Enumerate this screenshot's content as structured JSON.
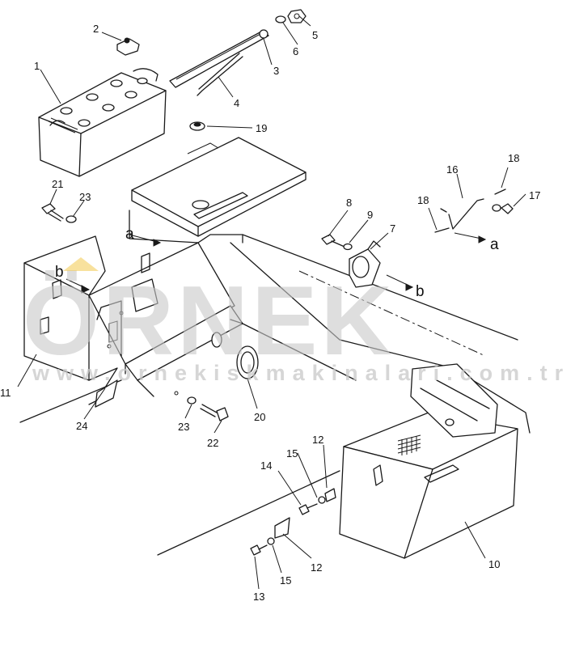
{
  "callouts": {
    "p1": "1",
    "p2": "2",
    "p3": "3",
    "p4": "4",
    "p5": "5",
    "p6": "6",
    "p7": "7",
    "p8": "8",
    "p9": "9",
    "p10": "10",
    "p11": "11",
    "p12a": "12",
    "p12b": "12",
    "p13": "13",
    "p14": "14",
    "p15a": "15",
    "p15b": "15",
    "p16": "16",
    "p17": "17",
    "p18a": "18",
    "p18b": "18",
    "p19": "19",
    "p20": "20",
    "p21": "21",
    "p22": "22",
    "p23a": "23",
    "p23b": "23",
    "p24": "24"
  },
  "refs": {
    "a_left": "a",
    "a_right": "a",
    "b_left": "b",
    "b_right": "b"
  },
  "watermark": {
    "main": "ÖRNEK",
    "sub": "www.ornekiskmakinalari.com.tr"
  },
  "colors": {
    "line": "#1a1a1a",
    "watermark": "#c8c8c8",
    "watermark_accent": "#f2c94c",
    "background": "#ffffff"
  }
}
